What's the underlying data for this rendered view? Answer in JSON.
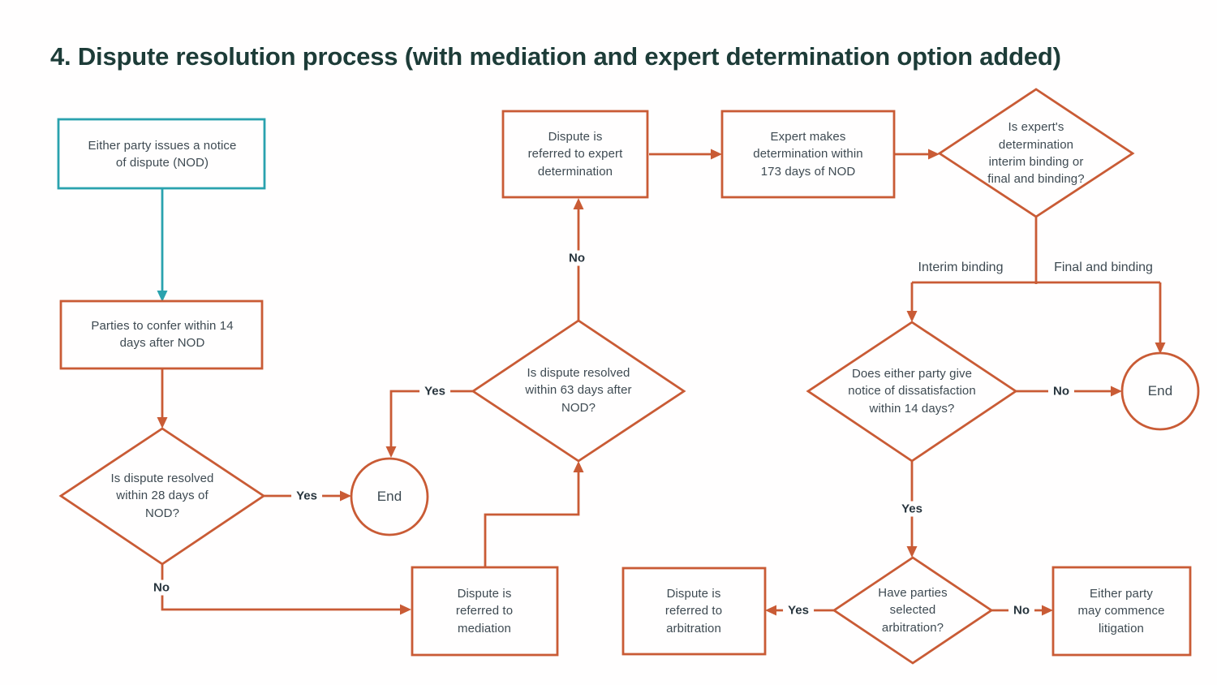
{
  "title": "4. Dispute resolution process (with mediation and expert determination option added)",
  "colors": {
    "teal_accent": "#2aa2ae",
    "orange_accent": "#c95b35",
    "title_text": "#1d3c38",
    "node_text": "#3e4a52"
  },
  "nodes": {
    "nod": [
      "Either party issues a notice",
      "of dispute (NOD)"
    ],
    "confer": [
      "Parties to confer within 14",
      "days after NOD"
    ],
    "resolved_28": [
      "Is dispute resolved",
      "within 28 days of",
      "NOD?"
    ],
    "end_1": [
      "End"
    ],
    "mediation": [
      "Dispute is",
      "referred to",
      "mediation"
    ],
    "resolved_63": [
      "Is dispute resolved",
      "within 63 days after",
      "NOD?"
    ],
    "expert_referral": [
      "Dispute is",
      "referred to expert",
      "determination"
    ],
    "expert_determination": [
      "Expert makes",
      "determination within",
      "173 days of NOD"
    ],
    "binding_type": [
      "Is expert's",
      "determination",
      "interim binding or",
      "final and binding?"
    ],
    "dissatisfaction": [
      "Does either party give",
      "notice of dissatisfaction",
      "within 14 days?"
    ],
    "end_2": [
      "End"
    ],
    "arbitration_selected": [
      "Have parties",
      "selected",
      "arbitration?"
    ],
    "arbitration": [
      "Dispute is",
      "referred to",
      "arbitration"
    ],
    "litigation": [
      "Either party",
      "may commence",
      "litigation"
    ]
  },
  "edge_labels": {
    "resolved_28_yes": "Yes",
    "resolved_28_no": "No",
    "resolved_63_yes": "Yes",
    "resolved_63_no": "No",
    "interim_binding": "Interim binding",
    "final_and_binding": "Final and binding",
    "dissatisfaction_no": "No",
    "dissatisfaction_yes": "Yes",
    "arbitration_yes": "Yes",
    "arbitration_no": "No"
  }
}
